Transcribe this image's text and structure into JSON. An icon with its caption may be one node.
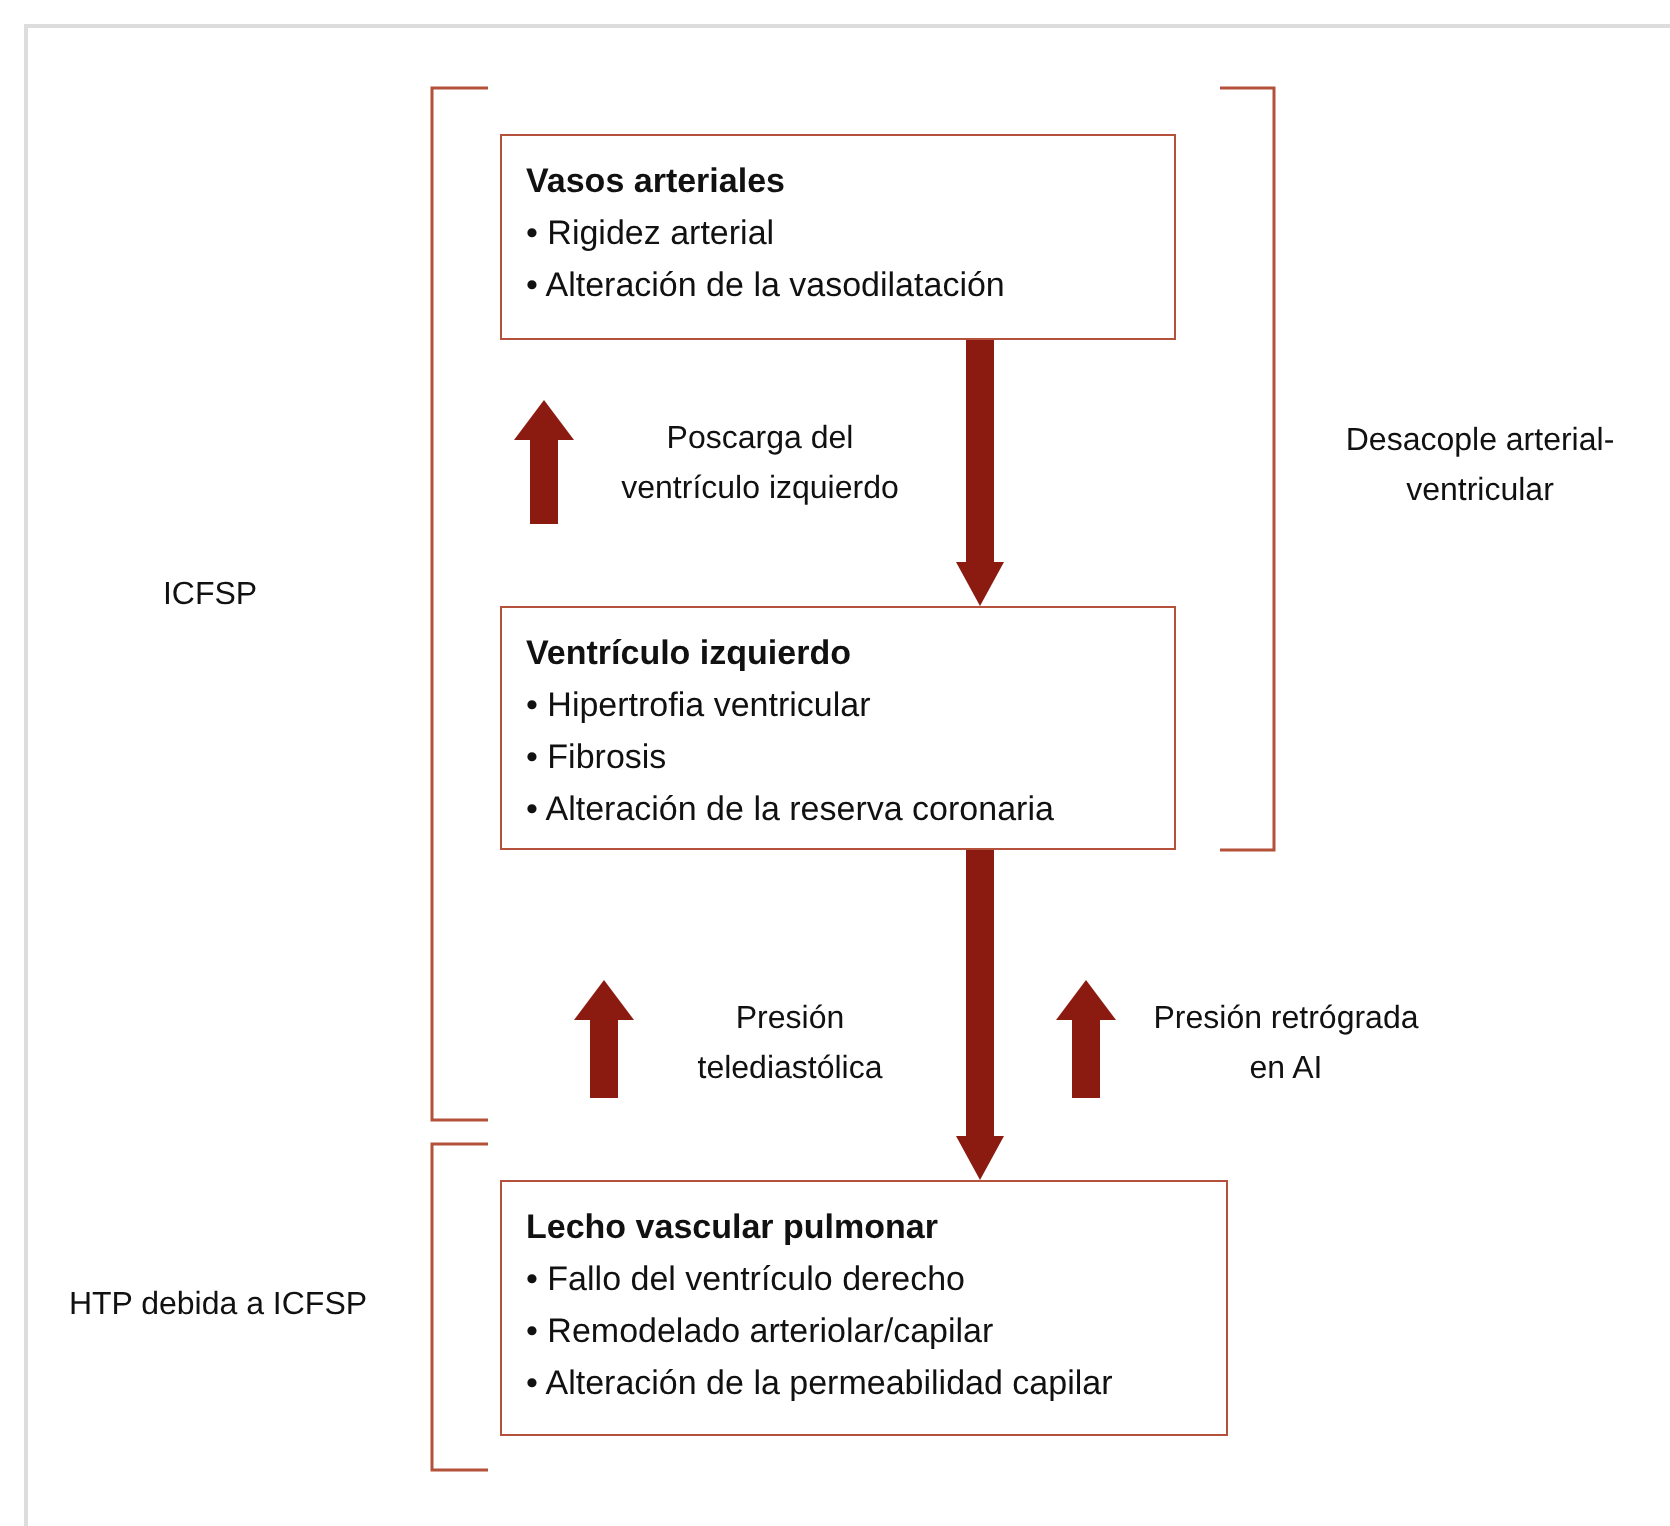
{
  "diagram": {
    "nodes": [
      {
        "text": [
          "Vasos arteriales",
          "• Rigidez arterial",
          "• Alteración de la vasodilatación"
        ]
      },
      {
        "text": [
          "Ventrículo izquierdo",
          "• Hipertrofia ventricular",
          "• Fibrosis",
          "• Alteración de la reserva coronaria"
        ]
      },
      {
        "text": [
          "Lecho vascular pulmonar",
          "• Fallo del ventrículo derecho",
          "• Remodelado arteriolar/capilar",
          "• Alteración de la permeabilidad capilar"
        ]
      }
    ],
    "edges": [
      {
        "from": 0,
        "to": 1,
        "arrow": "to"
      },
      {
        "from": 1,
        "to": 2,
        "arrow": "to"
      }
    ],
    "labels": [
      "Poscarga del ventrículo izquierdo",
      "Desacople arterial-ventricular",
      "ICFSP",
      "Presión telediastólica",
      "Presión retrógrada en AI",
      "HTP debida a ICFSP"
    ]
  }
}
